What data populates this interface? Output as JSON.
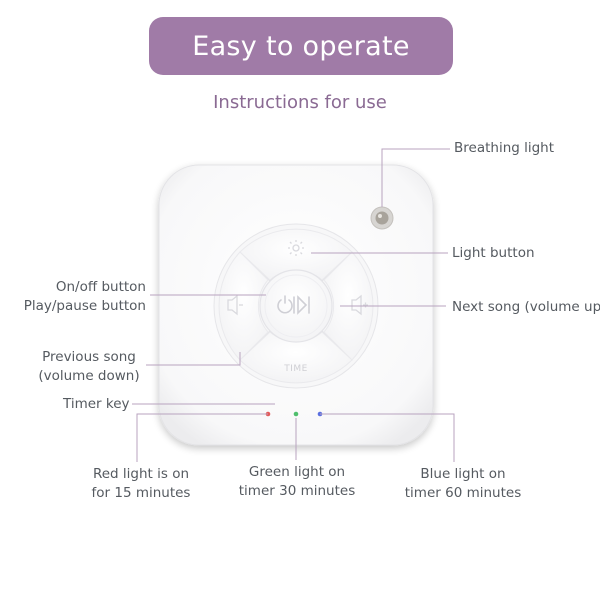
{
  "title": "Easy to operate",
  "subtitle": "Instructions for use",
  "colors": {
    "accent": "#a07ba7",
    "accent_dark": "#8a6a93",
    "leader_line": "#b8a3bf",
    "red_led": "#e35b5b",
    "green_led": "#4fbf6d",
    "blue_led": "#5a6fe0"
  },
  "device": {
    "timer_text": "TIME",
    "icons": [
      "power-play-pause-icon",
      "light-icon",
      "volume-down-icon",
      "volume-up-icon",
      "breathing-light-sensor"
    ]
  },
  "labels": {
    "breathing_light": "Breathing light",
    "light_button": "Light button",
    "onoff_line1": "On/off button",
    "onoff_line2": "Play/pause button",
    "next_song": "Next song (volume up)",
    "prev_line1": "Previous song",
    "prev_line2": "(volume down)",
    "timer_key": "Timer key",
    "red_line1": "Red light is on",
    "red_line2": "for 15 minutes",
    "green_line1": "Green light on",
    "green_line2": "timer 30 minutes",
    "blue_line1": "Blue light on",
    "blue_line2": "timer 60 minutes"
  }
}
